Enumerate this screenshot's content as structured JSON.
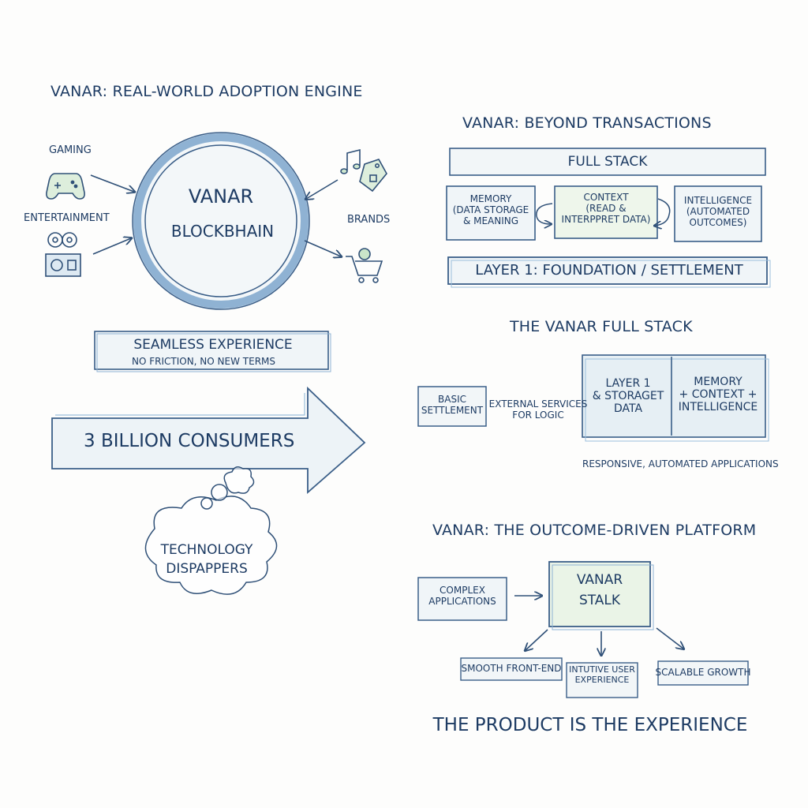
{
  "adoption": {
    "title": "VANAR: REAL-WORLD ADOPTION ENGINE",
    "core_line1": "VANAR",
    "core_line2": "BLOCKBHAIN",
    "inputs": [
      {
        "label": "GAMING",
        "icon": "gamepad-icon"
      },
      {
        "label": "ENTERTAINMENT",
        "icon": "film-projector-icon"
      },
      {
        "label": "BRANDS",
        "icon": "music-tag-icon"
      }
    ],
    "output_icon": "shopping-cart-icon",
    "experience_title": "SEAMLESS EXPERIENCE",
    "experience_subtitle": "NO FRICTION, NO NEW TERMS",
    "arrow_label": "3 BILLION CONSUMERS",
    "thought_line1": "TECHNOLOGY",
    "thought_line2": "DISPAPPERS"
  },
  "transactions": {
    "title": "VANAR: BEYOND TRANSACTIONS",
    "full_stack": "FULL STACK",
    "boxes": [
      {
        "text": "MEMORY\n(DATA STORAGE\n& MEANING"
      },
      {
        "text": "CONTEXT\n(READ &\nINTERPPRET DATA)"
      },
      {
        "text": "INTELLIGENCE\n(AUTOMATED\nOUTCOMES)"
      }
    ],
    "foundation": "LAYER 1: FOUNDATION / SETTLEMENT"
  },
  "full_stack_section": {
    "title": "THE VANAR FULL STACK",
    "basic": "BASIC\nSETTLEMENT",
    "external": "EXTERNAL SERVICES\nFOR LOGIC",
    "layer_cell": "LAYER 1\n& STORAGET\nDATA",
    "memory_cell": "MEMORY\n+ CONTEXT +\nINTELLIGENCE",
    "caption": "RESPONSIVE, AUTOMATED APPLICATIONS"
  },
  "platform": {
    "title": "VANAR: THE OUTCOME-DRIVEN PLATFORM",
    "complex": "COMPLEX\nAPPLICATIONS",
    "stack_line1": "VANAR",
    "stack_line2": "STALK",
    "outcomes": [
      {
        "text": "SMOOTH FRONT-END"
      },
      {
        "text": "INTUTIVE USER\nEXPERIENCE"
      },
      {
        "text": "SCALABLE GROWTH"
      }
    ],
    "tagline": "THE PRODUCT IS THE EXPERIENCE"
  },
  "colors": {
    "ink": "#1d3b63",
    "blue_wash": "#9bbfdc",
    "green_wash": "#aad7a0"
  }
}
